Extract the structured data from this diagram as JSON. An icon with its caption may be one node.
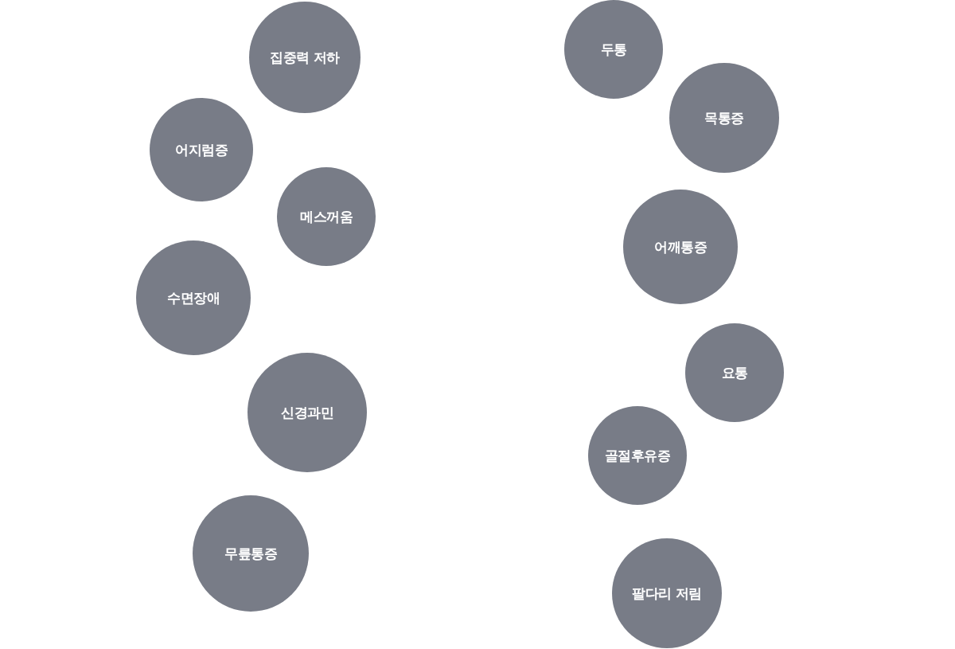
{
  "diagram": {
    "nodes": [
      {
        "text": [
          "집중력 저하"
        ]
      },
      {
        "text": [
          "어지럼증"
        ]
      },
      {
        "text": [
          "메스꺼움"
        ]
      },
      {
        "text": [
          "수면장애"
        ]
      },
      {
        "text": [
          "신경과민"
        ]
      },
      {
        "text": [
          "무릎통증"
        ]
      },
      {
        "text": [
          "두통"
        ]
      },
      {
        "text": [
          "목통증"
        ]
      },
      {
        "text": [
          "어깨통증"
        ]
      },
      {
        "text": [
          "요통"
        ]
      },
      {
        "text": [
          "골절후유증"
        ]
      },
      {
        "text": [
          "팔다리 저림"
        ]
      }
    ]
  }
}
